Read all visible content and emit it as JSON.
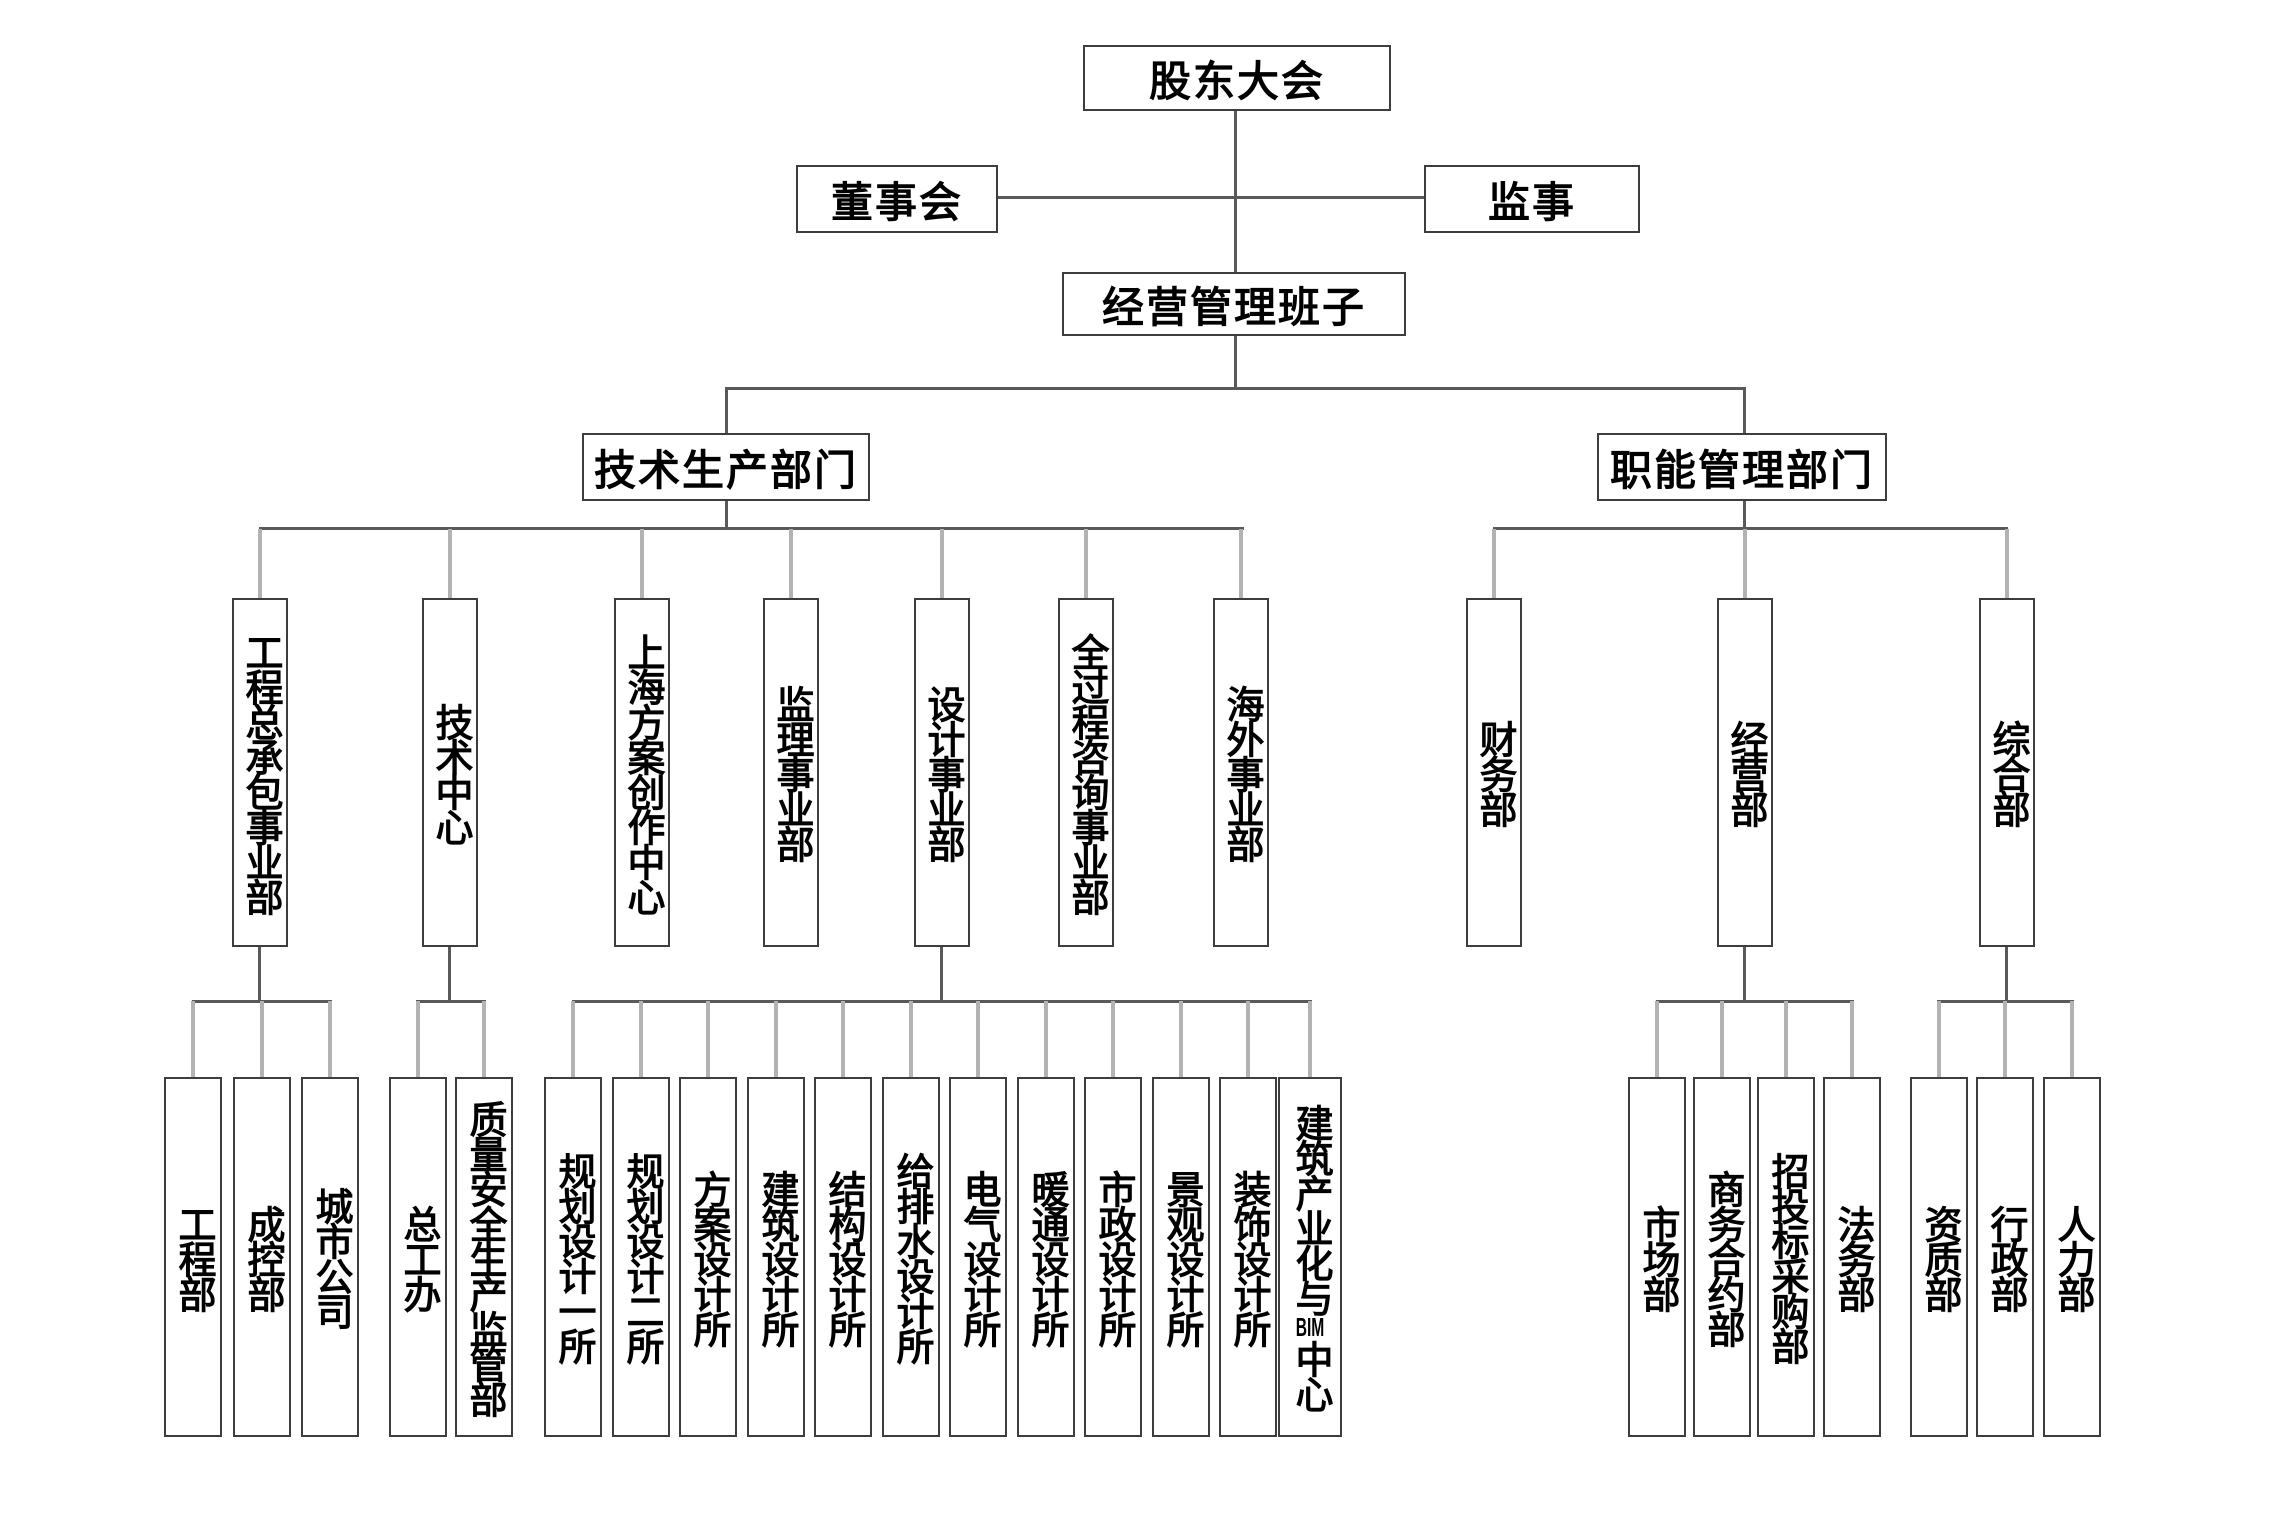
{
  "chart_title": "",
  "colors": {
    "main_line": "#595959",
    "drop_line": "#b3b3b3",
    "box_border": "#3d3d3d",
    "box_fill": "#ffffff",
    "text": "#000000",
    "background": "#ffffff"
  },
  "nodes": {
    "shareholders": {
      "label": "股东大会"
    },
    "board": {
      "label": "董事会"
    },
    "supervisors": {
      "label": "监事"
    },
    "management_team": {
      "label": "经营管理班子"
    },
    "tech_production": {
      "label": "技术生产部门"
    },
    "functional_mgmt": {
      "label": "职能管理部门"
    },
    "epc_division": {
      "label": "工程总承包事业部"
    },
    "tech_center": {
      "label": "技术中心"
    },
    "shanghai_creation_center": {
      "label": "上海方案创作中心"
    },
    "supervision_division": {
      "label": "监理事业部"
    },
    "design_division": {
      "label": "设计事业部"
    },
    "whole_process_consulting": {
      "label": "全过程咨询事业部"
    },
    "overseas_division": {
      "label": "海外事业部"
    },
    "finance_dept": {
      "label": "财务部"
    },
    "operations_dept": {
      "label": "经营部"
    },
    "general_dept": {
      "label": "综合部"
    },
    "engineering_dept": {
      "label": "工程部"
    },
    "cost_control_dept": {
      "label": "成控部"
    },
    "city_company": {
      "label": "城市公司"
    },
    "chief_engineer_office": {
      "label": "总工办"
    },
    "quality_safety_dept": {
      "label": "质量安全生产监管部"
    },
    "planning_design_1": {
      "label": "规划设计一所"
    },
    "planning_design_2": {
      "label": "规划设计二所"
    },
    "scheme_design": {
      "label": "方案设计所"
    },
    "architecture_design": {
      "label": "建筑设计所"
    },
    "structure_design": {
      "label": "结构设计所"
    },
    "plumbing_design": {
      "label": "给排水设计所"
    },
    "electrical_design": {
      "label": "电气设计所"
    },
    "hvac_design": {
      "label": "暖通设计所"
    },
    "municipal_design": {
      "label": "市政设计所"
    },
    "landscape_design": {
      "label": "景观设计所"
    },
    "decoration_design": {
      "label": "装饰设计所"
    },
    "bim_center": {
      "label": "建筑产业化与BIM中心"
    },
    "market_dept": {
      "label": "市场部"
    },
    "commercial_contract_dept": {
      "label": "商务合约部"
    },
    "bidding_procurement_dept": {
      "label": "招投标采购部"
    },
    "legal_dept": {
      "label": "法务部"
    },
    "qualification_dept": {
      "label": "资质部"
    },
    "administration_dept": {
      "label": "行政部"
    },
    "hr_dept": {
      "label": "人力部"
    }
  },
  "hierarchy": {
    "root": "shareholders",
    "shareholders": [
      "management_team"
    ],
    "attached_to_main_line": [
      "board",
      "supervisors"
    ],
    "management_team": [
      "tech_production",
      "functional_mgmt"
    ],
    "tech_production": [
      "epc_division",
      "tech_center",
      "shanghai_creation_center",
      "supervision_division",
      "design_division",
      "whole_process_consulting",
      "overseas_division"
    ],
    "functional_mgmt": [
      "finance_dept",
      "operations_dept",
      "general_dept"
    ],
    "epc_division": [
      "engineering_dept",
      "cost_control_dept",
      "city_company"
    ],
    "tech_center": [
      "chief_engineer_office",
      "quality_safety_dept"
    ],
    "design_division": [
      "planning_design_1",
      "planning_design_2",
      "scheme_design",
      "architecture_design",
      "structure_design",
      "plumbing_design",
      "electrical_design",
      "hvac_design",
      "municipal_design",
      "landscape_design",
      "decoration_design",
      "bim_center"
    ],
    "operations_dept": [
      "market_dept",
      "commercial_contract_dept",
      "bidding_procurement_dept",
      "legal_dept"
    ],
    "general_dept": [
      "qualification_dept",
      "administration_dept",
      "hr_dept"
    ]
  }
}
